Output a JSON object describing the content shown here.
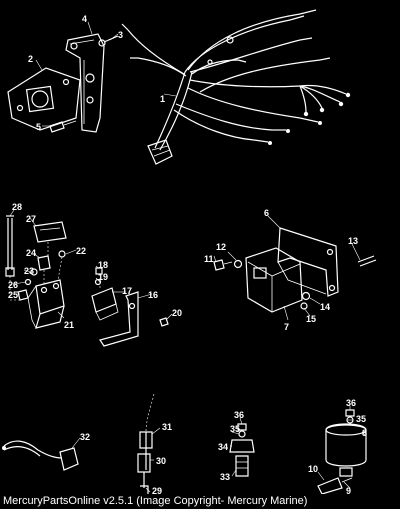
{
  "diagram": {
    "labels": {
      "p1": "1",
      "p2": "2",
      "p3": "3",
      "p4": "4",
      "p5": "5",
      "p6": "6",
      "p7": "7",
      "p8": "8",
      "p9": "9",
      "p10": "10",
      "p11": "11",
      "p12": "12",
      "p13": "13",
      "p14": "14",
      "p15": "15",
      "p16": "16",
      "p17": "17",
      "p18": "18",
      "p19": "19",
      "p20": "20",
      "p21": "21",
      "p22": "22",
      "p23": "23",
      "p24": "24",
      "p25": "25",
      "p26": "26",
      "p27": "27",
      "p28": "28",
      "p29": "29",
      "p30": "30",
      "p31": "31",
      "p32": "32",
      "p33": "33",
      "p34": "34",
      "p35a": "35",
      "p35b": "35",
      "p36a": "36",
      "p36b": "36"
    }
  },
  "footer": {
    "caption": "MercuryPartsOnline v2.5.1 (Image Copyright- Mercury Marine)"
  }
}
